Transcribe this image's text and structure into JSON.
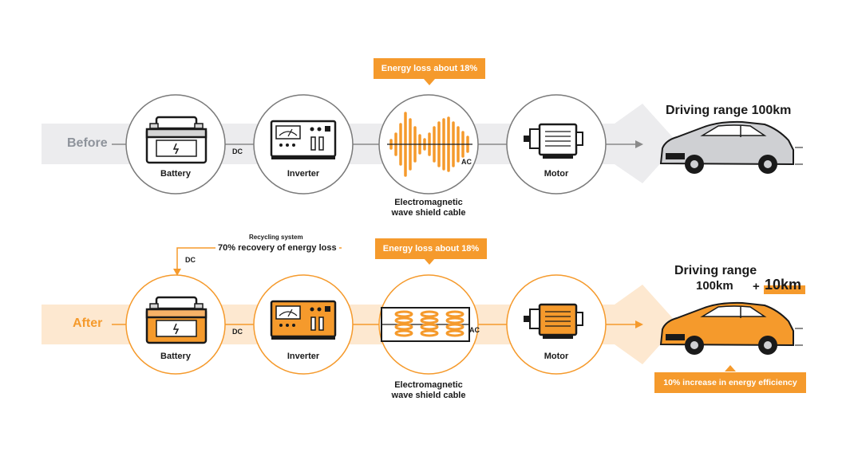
{
  "before": {
    "row_label": "Before",
    "callout": "Energy loss about 18%",
    "range_title": "Driving range 100km",
    "dc_label": "DC",
    "ac_label": "AC",
    "nodes": {
      "battery": "Battery",
      "inverter": "Inverter",
      "cable": "Electromagnetic\nwave shield cable",
      "motor": "Motor"
    }
  },
  "after": {
    "row_label": "After",
    "callout": "Energy loss about 18%",
    "range_title": "Driving range",
    "range_base": "100km",
    "range_plus": "+",
    "range_extra": "10km",
    "dc_label": "DC",
    "ac_label": "AC",
    "recycling_small": "Recycling system",
    "recycling_main": "70% recovery of energy loss",
    "recycling_dc": "DC",
    "efficiency_callout": "10% increase in energy efficiency",
    "nodes": {
      "battery": "Battery",
      "inverter": "Inverter",
      "cable": "Electromagnetic\nwave shield cable",
      "motor": "Motor"
    }
  },
  "colors": {
    "accent": "#f59a2c",
    "gray_band": "#ececee",
    "orange_band": "#fde8d0",
    "circle_gray": "#7a7a7a",
    "row_label_gray": "#8e939b"
  }
}
